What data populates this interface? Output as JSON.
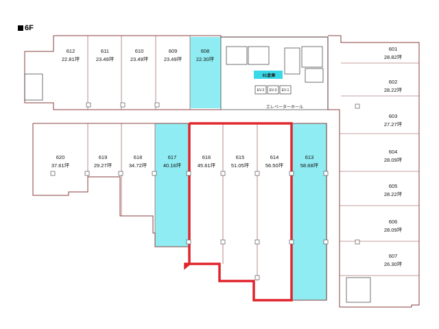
{
  "floor": {
    "label": "6F"
  },
  "colors": {
    "available": "#8fecf2",
    "highlight": "#e0242b",
    "wall": "#8a3b3b",
    "core_box": "#38d8e6"
  },
  "core": {
    "storage_label": "61倉庫",
    "elevator_hall": "エレベーターホール",
    "ev_labels": [
      "EV-2",
      "EV-3",
      "EV-1"
    ]
  },
  "units": [
    {
      "id": "612",
      "area": "22.81坪",
      "available": false
    },
    {
      "id": "611",
      "area": "23.49坪",
      "available": false
    },
    {
      "id": "610",
      "area": "23.49坪",
      "available": false
    },
    {
      "id": "609",
      "area": "23.49坪",
      "available": false
    },
    {
      "id": "608",
      "area": "22.30坪",
      "available": true
    },
    {
      "id": "601",
      "area": "28.82坪",
      "available": false
    },
    {
      "id": "602",
      "area": "28.22坪",
      "available": false
    },
    {
      "id": "603",
      "area": "27.27坪",
      "available": false
    },
    {
      "id": "604",
      "area": "28.09坪",
      "available": false
    },
    {
      "id": "605",
      "area": "28.22坪",
      "available": false
    },
    {
      "id": "606",
      "area": "28.09坪",
      "available": false
    },
    {
      "id": "607",
      "area": "26.30坪",
      "available": false
    },
    {
      "id": "620",
      "area": "37.61坪",
      "available": false
    },
    {
      "id": "619",
      "area": "29.27坪",
      "available": false
    },
    {
      "id": "618",
      "area": "34.72坪",
      "available": false
    },
    {
      "id": "617",
      "area": "40.16坪",
      "available": true
    },
    {
      "id": "616",
      "area": "45.61坪",
      "available": false
    },
    {
      "id": "615",
      "area": "51.05坪",
      "available": false
    },
    {
      "id": "614",
      "area": "56.50坪",
      "available": false
    },
    {
      "id": "613",
      "area": "58.68坪",
      "available": true
    }
  ]
}
